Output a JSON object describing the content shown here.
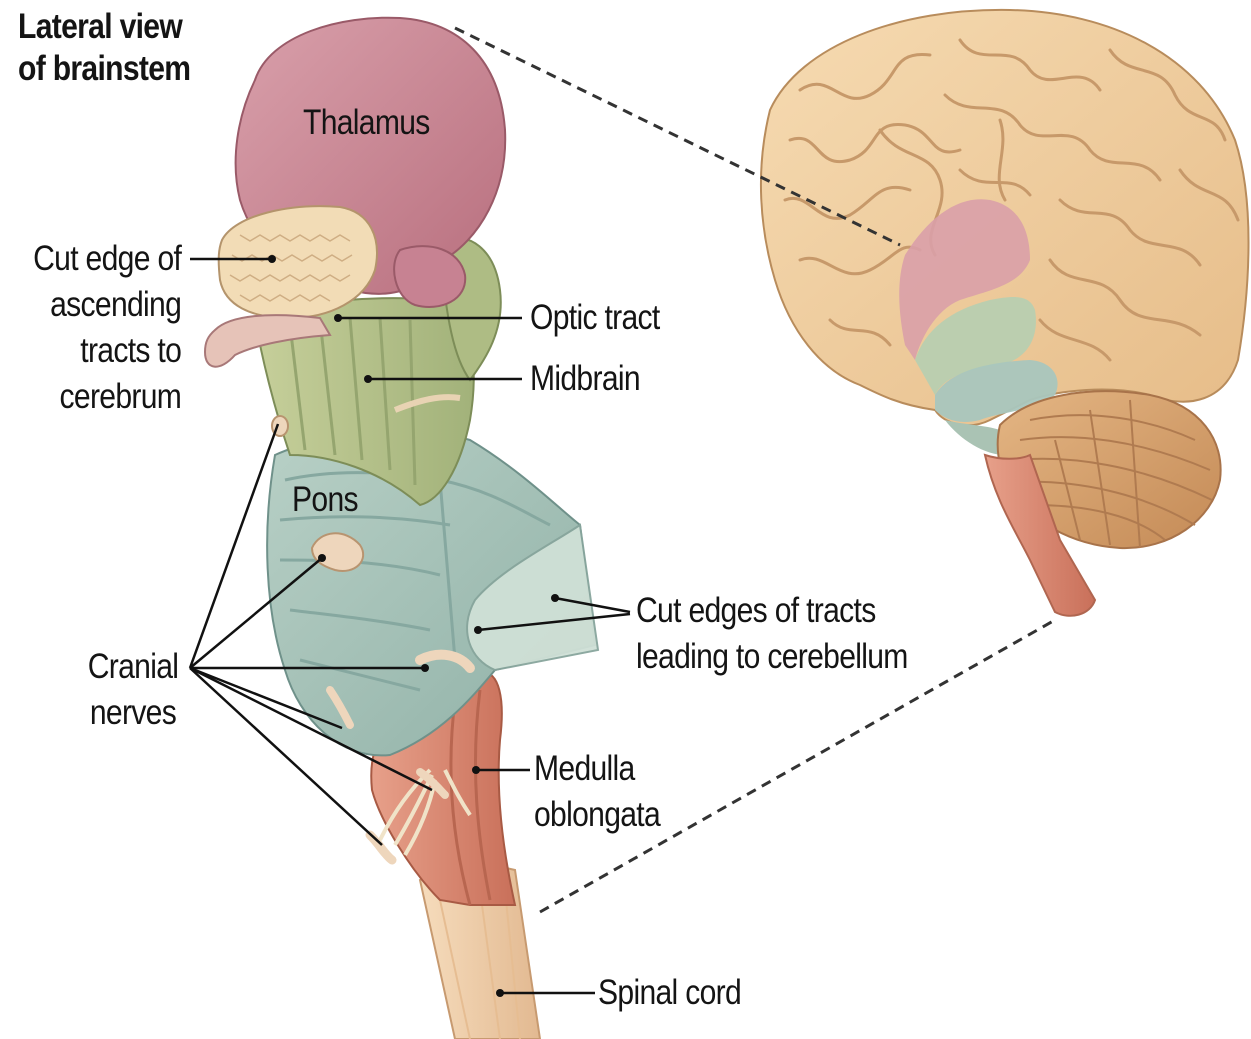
{
  "title": [
    "Lateral view",
    "of brainstem"
  ],
  "labels": {
    "thalamus": "Thalamus",
    "cut_edge": [
      "Cut edge of",
      "ascending",
      "tracts to",
      "cerebrum"
    ],
    "optic_tract": "Optic tract",
    "midbrain": "Midbrain",
    "pons": "Pons",
    "cut_edges_cerebellum": [
      "Cut edges of tracts",
      "leading to cerebellum"
    ],
    "cranial_nerves": [
      "Cranial",
      "nerves"
    ],
    "medulla": [
      "Medulla",
      "oblongata"
    ],
    "spinal_cord": "Spinal cord"
  },
  "colors": {
    "thalamus": "#c98a96",
    "midbrain": "#b9c48f",
    "pons": "#a6c2b8",
    "medulla": "#dc8a70",
    "spinal_cord": "#efcfa9",
    "cerebrum": "#f0cc9c",
    "cerebellum": "#d7a06a",
    "leader_line": "#111111"
  }
}
